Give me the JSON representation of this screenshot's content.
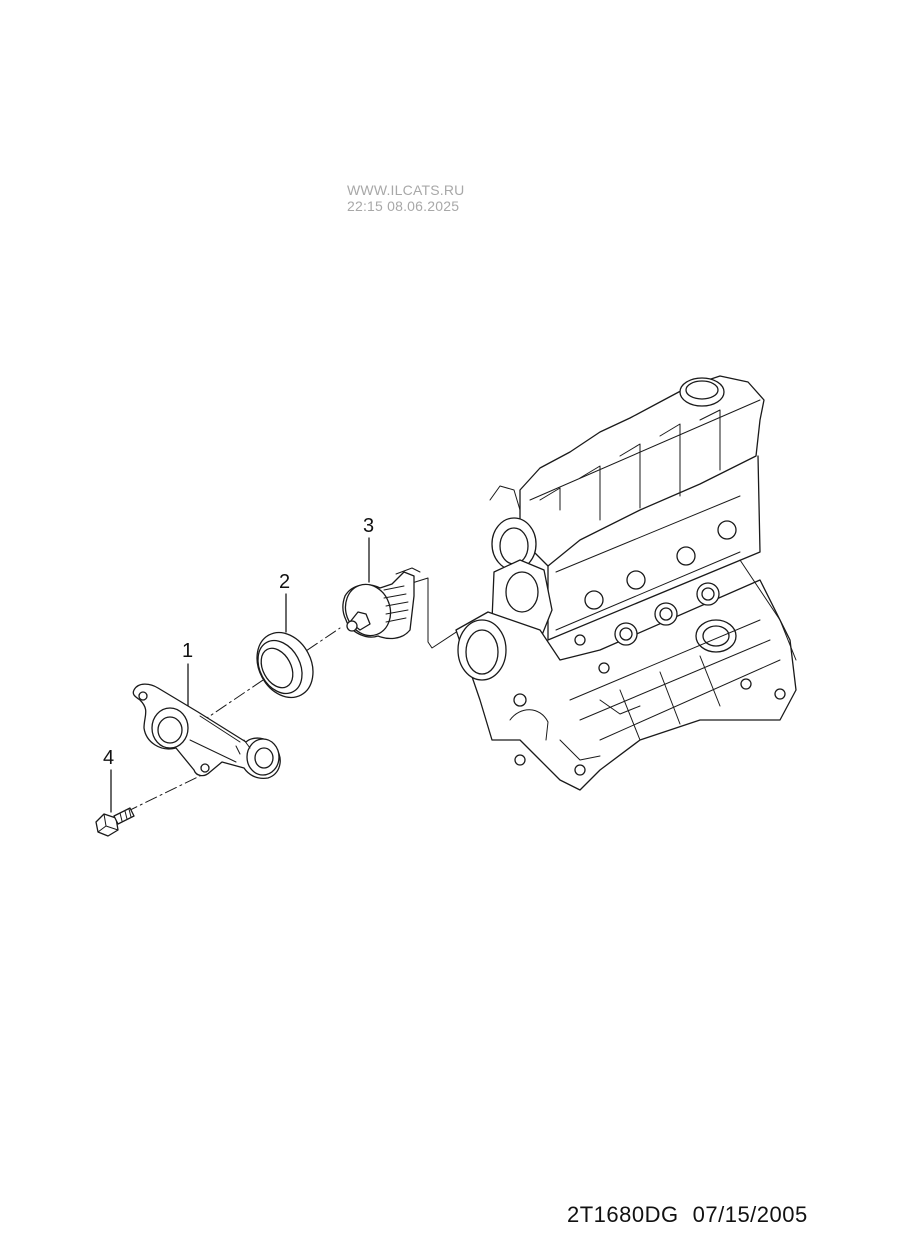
{
  "watermark": {
    "site": "WWW.ILCATS.RU",
    "timestamp": "22:15 08.06.2025"
  },
  "callouts": [
    "1",
    "2",
    "3",
    "4"
  ],
  "footer": {
    "drawing_code": "2T1680DG",
    "date": "07/15/2005"
  }
}
